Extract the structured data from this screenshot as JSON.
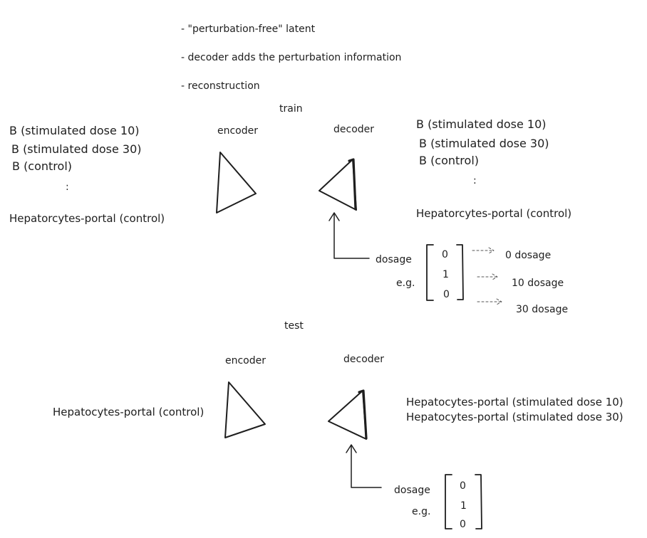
{
  "notes": [
    "- \"perturbation-free\" latent",
    "- decoder adds the perturbation information",
    "- reconstruction"
  ],
  "train": {
    "title": "train",
    "encoder_label": "encoder",
    "decoder_label": "decoder",
    "inputs": [
      "B (stimulated dose 10)",
      "B (stimulated dose 30)",
      "B (control)"
    ],
    "input_ellipsis": ":",
    "input_last": "Hepatorcytes-portal (control)",
    "outputs": [
      "B (stimulated dose 10)",
      "B (stimulated dose 30)",
      "B (control)"
    ],
    "output_ellipsis": ":",
    "output_last": "Hepatorcytes-portal (control)",
    "dosage_label": "dosage",
    "eg_label": "e.g.",
    "vector": [
      "0",
      "1",
      "0"
    ],
    "dosage_meanings": [
      "0 dosage",
      "10 dosage",
      "30 dosage"
    ],
    "arrow_glyph": "-->"
  },
  "test": {
    "title": "test",
    "encoder_label": "encoder",
    "decoder_label": "decoder",
    "input": "Hepatocytes-portal (control)",
    "outputs": [
      "Hepatocytes-portal (stimulated dose 10)",
      "Hepatocytes-portal (stimulated dose 30)"
    ],
    "dosage_label": "dosage",
    "eg_label": "e.g.",
    "vector": [
      "0",
      "1",
      "0"
    ]
  }
}
